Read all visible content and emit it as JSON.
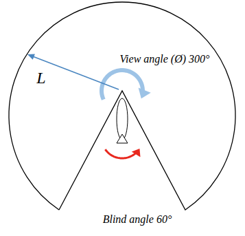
{
  "diagram": {
    "labels": [
      "L",
      "View angle (Ø) 300°",
      "Blind angle 60°"
    ]
  }
}
